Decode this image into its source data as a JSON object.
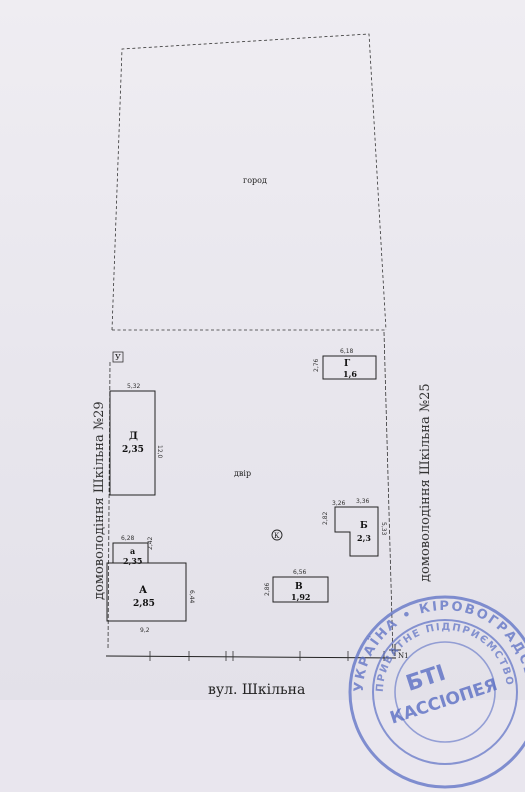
{
  "labels": {
    "garden": "город",
    "yard": "двір",
    "corner_mark": "У",
    "well_mark": "К",
    "north_mark": "N1",
    "left_neighbor": "домоволодіння Шкільна №29",
    "right_neighbor": "домоволодіння Шкільна №25",
    "street": "вул. Шкільна"
  },
  "buildings": {
    "D": {
      "letter": "Д",
      "value": "2,35",
      "dim_top": "5,32",
      "dim_side": "12,0"
    },
    "G": {
      "letter": "Г",
      "value": "1,6",
      "dim_top": "6,18",
      "dim_side": "2,76"
    },
    "a": {
      "letter": "а",
      "value": "2,35",
      "dim_top": "6,28",
      "dim_side": "2,42"
    },
    "A": {
      "letter": "А",
      "value": "2,85",
      "dim_bottom": "9,2",
      "dim_side": "6,44"
    },
    "B": {
      "letter": "Б",
      "value": "2,3",
      "dim_top_left": "3,26",
      "dim_top_right": "3,36",
      "dim_side_left": "2,82",
      "dim_side_right": "5,33"
    },
    "V": {
      "letter": "В",
      "value": "1,92",
      "dim_top": "6,56",
      "dim_side": "2,86"
    }
  },
  "stamp": {
    "outer_text": "УКРАЇНА • КІРОВОГРАДСЬКА",
    "inner_text": "ПРИВАТНЕ ПІДПРИЄМСТВО",
    "center_line1": "БТІ",
    "center_line2": "КАССІОПЕЯ"
  }
}
